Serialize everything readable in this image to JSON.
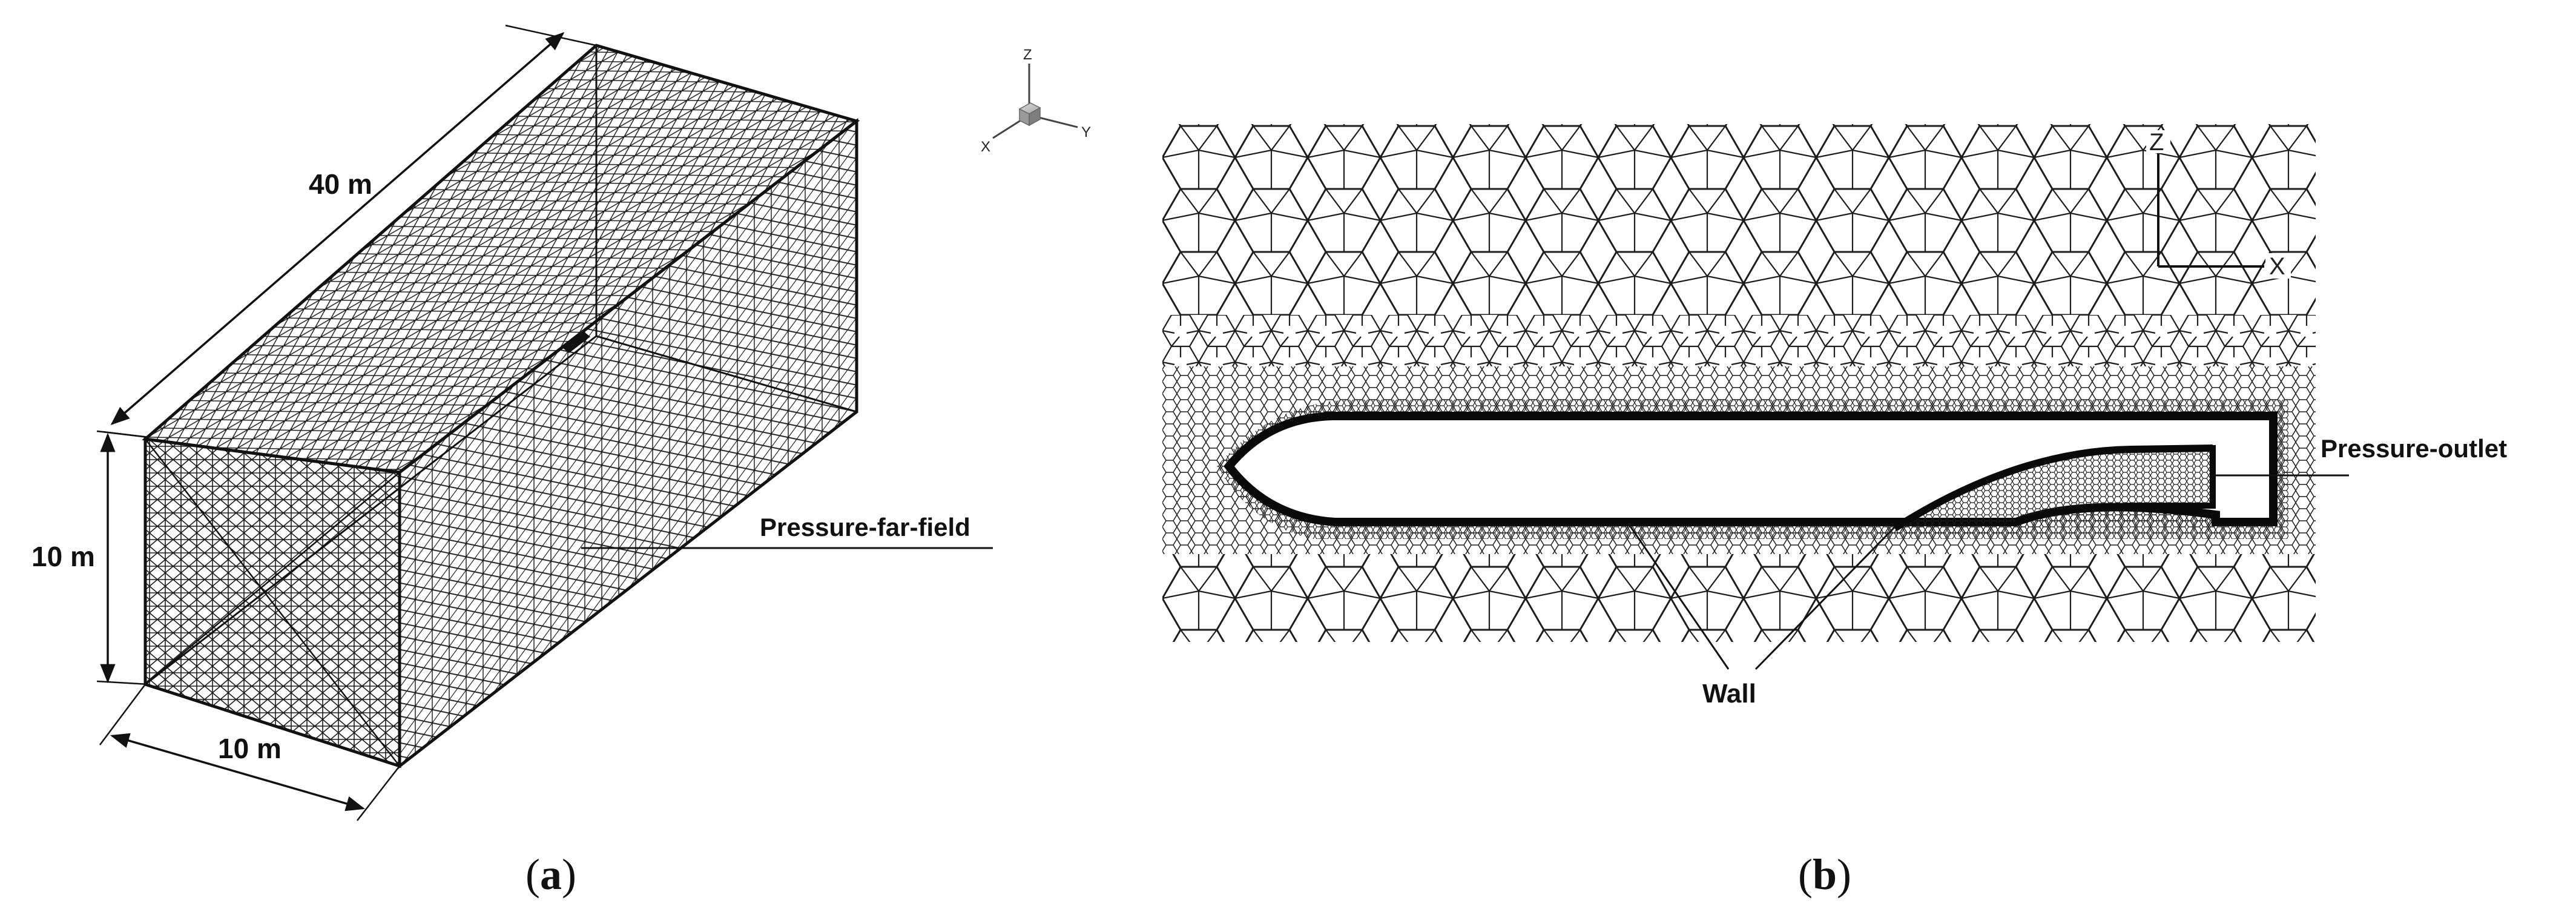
{
  "panel_a": {
    "dim_length": "40 m",
    "dim_height": "10 m",
    "dim_width": "10 m",
    "boundary_label": "Pressure-far-field",
    "axes": {
      "z": "Z",
      "x": "X",
      "y": "Y"
    },
    "caption_open": "(",
    "caption_letter": "a",
    "caption_close": ")"
  },
  "panel_b": {
    "outlet_label": "Pressure-outlet",
    "wall_label": "Wall",
    "axes": {
      "z": "Z",
      "x": "X"
    },
    "caption_open": "(",
    "caption_letter": "b",
    "caption_close": ")"
  },
  "colors": {
    "line": "#111111",
    "mesh": "#222222",
    "background": "#ffffff"
  }
}
